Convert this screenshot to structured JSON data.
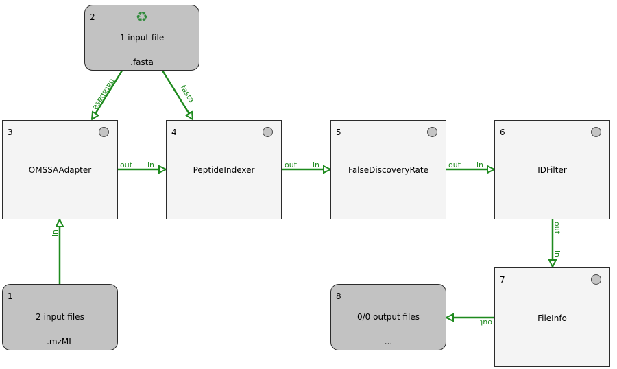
{
  "nodes": [
    {
      "id": "2",
      "type": "input",
      "label": "1 input file",
      "ext": ".fasta",
      "icon": "recycle-icon"
    },
    {
      "id": "3",
      "type": "tool",
      "label": "OMSSAAdapter"
    },
    {
      "id": "4",
      "type": "tool",
      "label": "PeptideIndexer"
    },
    {
      "id": "5",
      "type": "tool",
      "label": "FalseDiscoveryRate"
    },
    {
      "id": "6",
      "type": "tool",
      "label": "IDFilter"
    },
    {
      "id": "7",
      "type": "tool",
      "label": "FileInfo"
    },
    {
      "id": "1",
      "type": "input",
      "label": "2 input files",
      "ext": ".mzML"
    },
    {
      "id": "8",
      "type": "output",
      "label": "0/0 output files",
      "ext": "..."
    }
  ],
  "edges": [
    {
      "from": "2",
      "to": "3",
      "label": "database"
    },
    {
      "from": "2",
      "to": "4",
      "label": "fasta"
    },
    {
      "from": "3",
      "to": "4",
      "out": "out",
      "in": "in"
    },
    {
      "from": "4",
      "to": "5",
      "out": "out",
      "in": "in"
    },
    {
      "from": "5",
      "to": "6",
      "out": "out",
      "in": "in"
    },
    {
      "from": "6",
      "to": "7",
      "out": "out",
      "in": "in"
    },
    {
      "from": "1",
      "to": "3",
      "in": "in"
    },
    {
      "from": "7",
      "to": "8",
      "out": "out"
    }
  ],
  "colors": {
    "edge": "#1e8a1e",
    "tool_fill": "#f4f4f4",
    "io_fill": "#c2c2c2"
  }
}
